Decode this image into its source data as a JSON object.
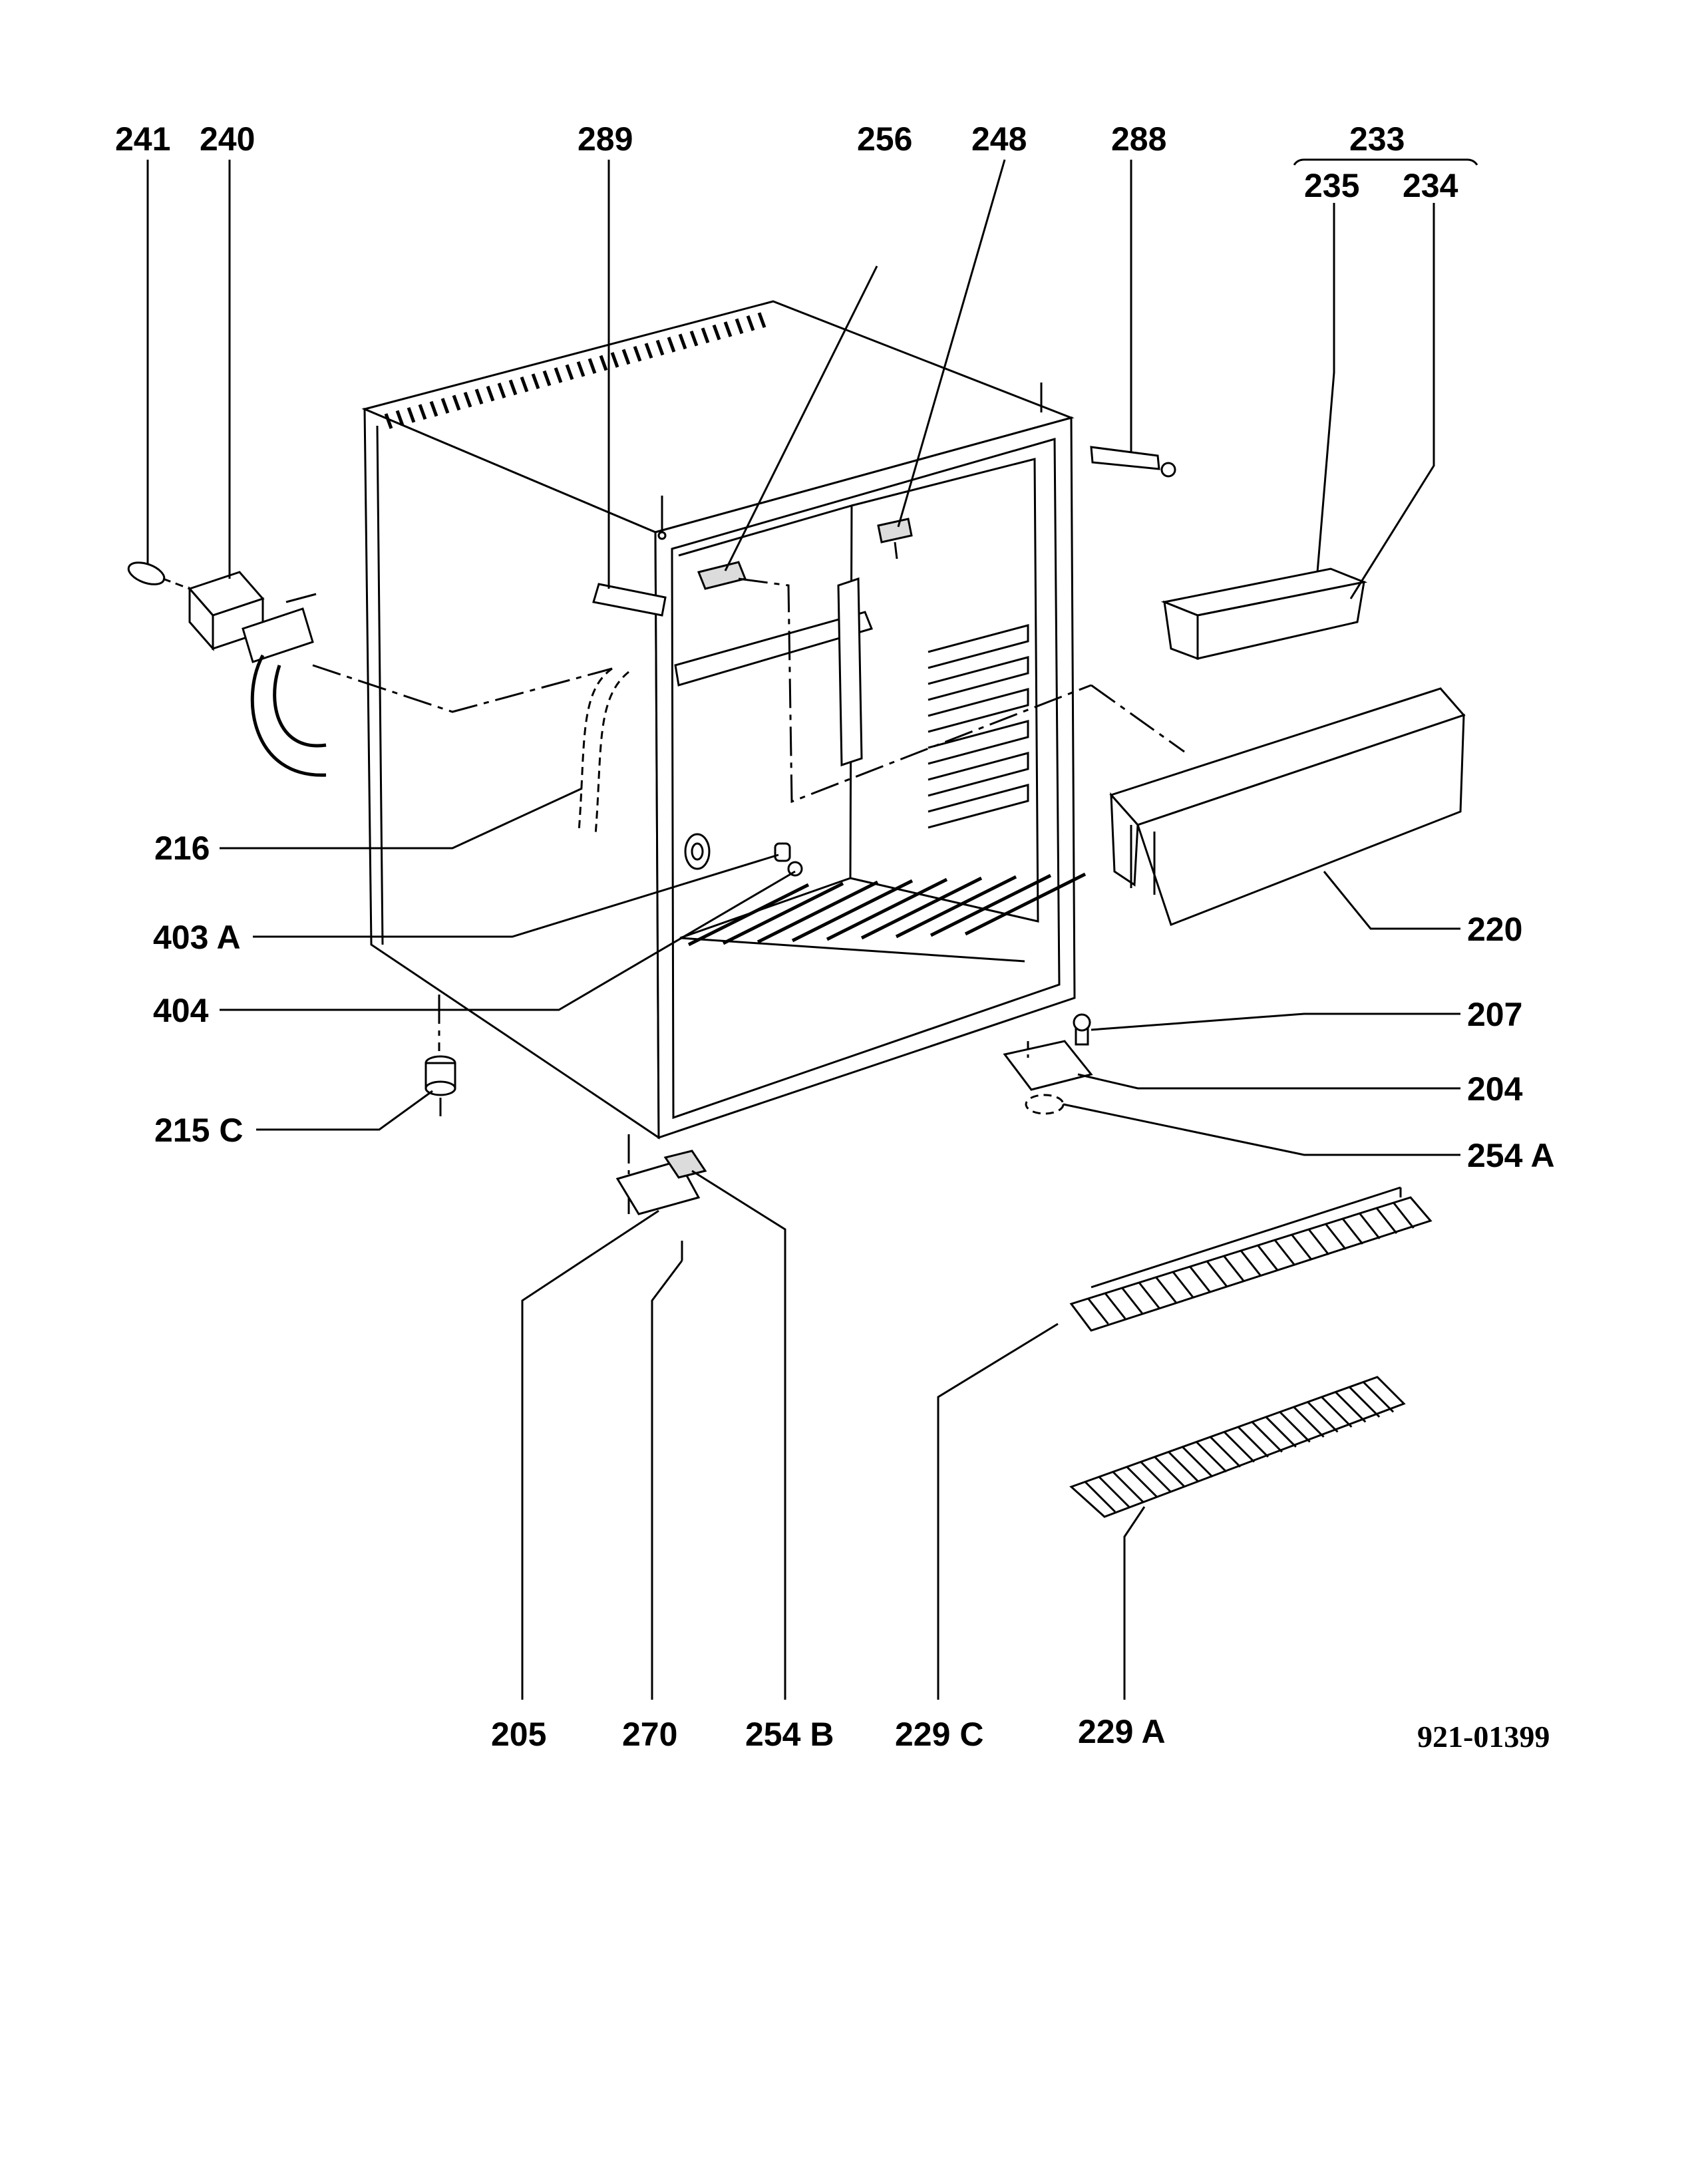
{
  "labels": {
    "l241": "241",
    "l240": "240",
    "l289": "289",
    "l256": "256",
    "l248": "248",
    "l288": "288",
    "l233": "233",
    "l235": "235",
    "l234": "234",
    "l216": "216",
    "l403a": "403 A",
    "l404": "404",
    "l220": "220",
    "l207": "207",
    "l204": "204",
    "l254a": "254 A",
    "l215c": "215 C",
    "l205": "205",
    "l270": "270",
    "l254b": "254 B",
    "l229c": "229 C",
    "l229a": "229 A"
  },
  "drawing_number": "921-01399"
}
